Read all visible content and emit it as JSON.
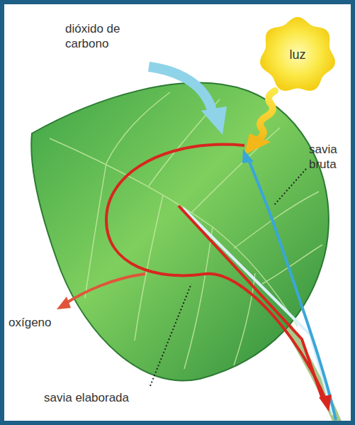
{
  "diagram": {
    "nodes": [
      {
        "text": [
          "luz"
        ]
      }
    ],
    "labels": [
      "dióxido de carbono",
      "savia bruta",
      "oxígeno",
      "savia elaborada"
    ]
  }
}
